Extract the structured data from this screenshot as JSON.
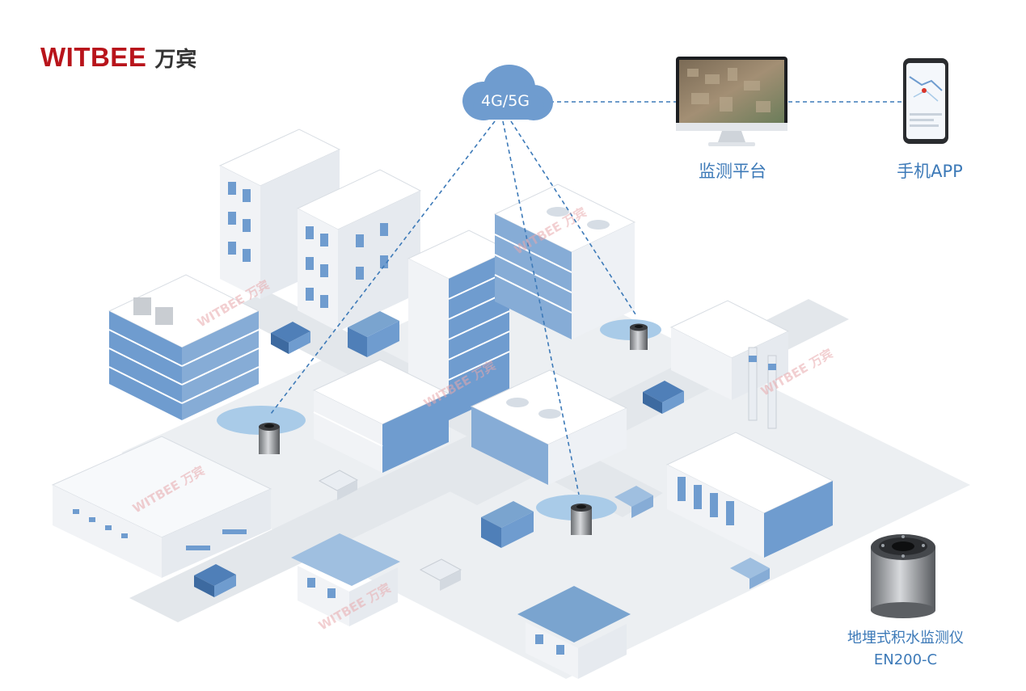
{
  "brand": {
    "name_en": "WITBEE",
    "name_cn": "万宾"
  },
  "network": {
    "cloud_label": "4G/5G"
  },
  "nodes": {
    "platform_label": "监测平台",
    "app_label": "手机APP"
  },
  "device": {
    "name": "地埋式积水监测仪",
    "model": "EN200-C"
  },
  "watermark": {
    "text": "WITBEE 万宾"
  },
  "colors": {
    "brand_red": "#b8141b",
    "accent_blue": "#3d7ab8",
    "cloud": "#6f9ccf",
    "building_side": "#e9edf2",
    "window": "#6f9ccf",
    "water": "#a9cbe8",
    "ground": "#e6e9ed"
  }
}
